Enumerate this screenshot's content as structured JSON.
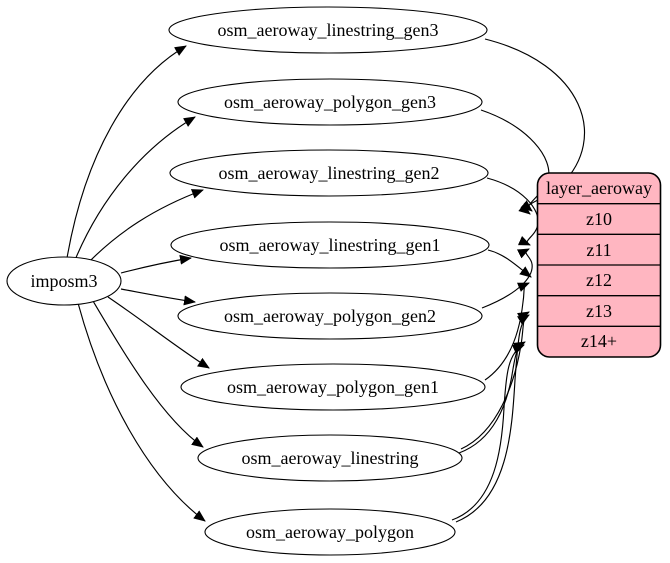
{
  "diagram": {
    "kind": "etl-dependency-graph",
    "colors": {
      "layer_fill": "#ffb6c1",
      "table_fill": "#ffffff",
      "stroke": "#000000"
    },
    "source": {
      "label": "imposm3"
    },
    "tables": [
      {
        "label": "osm_aeroway_linestring_gen3"
      },
      {
        "label": "osm_aeroway_polygon_gen3"
      },
      {
        "label": "osm_aeroway_linestring_gen2"
      },
      {
        "label": "osm_aeroway_linestring_gen1"
      },
      {
        "label": "osm_aeroway_polygon_gen2"
      },
      {
        "label": "osm_aeroway_polygon_gen1"
      },
      {
        "label": "osm_aeroway_linestring"
      },
      {
        "label": "osm_aeroway_polygon"
      }
    ],
    "layer": {
      "title": "layer_aeroway",
      "rows": [
        {
          "label": "z10"
        },
        {
          "label": "z11"
        },
        {
          "label": "z12"
        },
        {
          "label": "z13"
        },
        {
          "label": "z14+"
        }
      ]
    },
    "edges": [
      {
        "from": "imposm3",
        "to": "osm_aeroway_linestring_gen3"
      },
      {
        "from": "imposm3",
        "to": "osm_aeroway_polygon_gen3"
      },
      {
        "from": "imposm3",
        "to": "osm_aeroway_linestring_gen2"
      },
      {
        "from": "imposm3",
        "to": "osm_aeroway_linestring_gen1"
      },
      {
        "from": "imposm3",
        "to": "osm_aeroway_polygon_gen2"
      },
      {
        "from": "imposm3",
        "to": "osm_aeroway_polygon_gen1"
      },
      {
        "from": "imposm3",
        "to": "osm_aeroway_linestring"
      },
      {
        "from": "imposm3",
        "to": "osm_aeroway_polygon"
      },
      {
        "from": "osm_aeroway_linestring_gen3",
        "to": "z10"
      },
      {
        "from": "osm_aeroway_polygon_gen3",
        "to": "z10"
      },
      {
        "from": "osm_aeroway_linestring_gen2",
        "to": "z11"
      },
      {
        "from": "osm_aeroway_polygon_gen2",
        "to": "z11"
      },
      {
        "from": "osm_aeroway_linestring_gen1",
        "to": "z12"
      },
      {
        "from": "osm_aeroway_polygon_gen1",
        "to": "z12"
      },
      {
        "from": "osm_aeroway_linestring",
        "to": "z13"
      },
      {
        "from": "osm_aeroway_linestring",
        "to": "z14+"
      },
      {
        "from": "osm_aeroway_polygon",
        "to": "z13"
      },
      {
        "from": "osm_aeroway_polygon",
        "to": "z14+"
      }
    ]
  }
}
